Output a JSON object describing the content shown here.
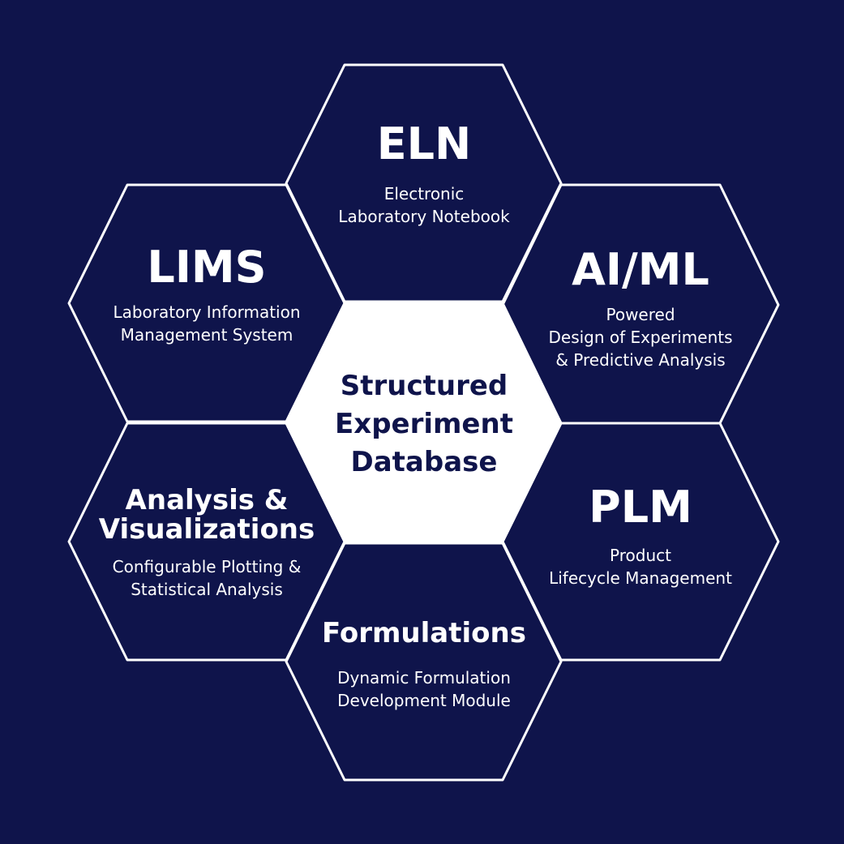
{
  "colors": {
    "background": "#0f144b",
    "outline": "#ffffff",
    "center_fill": "#ffffff",
    "center_text": "#0f144b"
  },
  "center": {
    "lines": [
      "Structured",
      "Experiment",
      "Database"
    ]
  },
  "modules": {
    "eln": {
      "title": "ELN",
      "lines": [
        "Electronic",
        "Laboratory Notebook"
      ]
    },
    "aiml": {
      "title": "AI/ML",
      "lines": [
        "Powered",
        "Design of Experiments",
        "& Predictive Analysis"
      ]
    },
    "plm": {
      "title": "PLM",
      "lines": [
        "Product",
        "Lifecycle Management"
      ]
    },
    "formulations": {
      "title": "Formulations",
      "lines": [
        "Dynamic Formulation",
        "Development Module"
      ]
    },
    "analysis": {
      "title_lines": [
        "Analysis &",
        "Visualizations"
      ],
      "lines": [
        "Configurable Plotting &",
        "Statistical Analysis"
      ]
    },
    "lims": {
      "title": "LIMS",
      "lines": [
        "Laboratory Information",
        "Management System"
      ]
    }
  }
}
